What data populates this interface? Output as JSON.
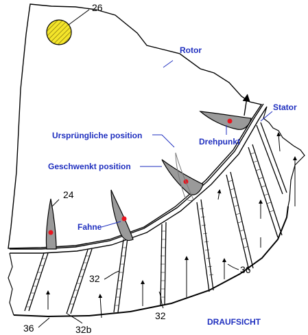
{
  "labels": {
    "part_26": "26",
    "rotor": "Rotor",
    "stator": "Stator",
    "drehpunkt": "Drehpunkt",
    "urspruengliche": "Ursprüngliche position",
    "geschwenkt": "Geschwenkt position",
    "part_24": "24",
    "fahne": "Fahne",
    "part_32a": "32",
    "part_32b": "32",
    "part_36a": "36",
    "part_36b": "36",
    "part_32b_label": "32b",
    "draufsicht": "DRAUFSICHT"
  },
  "colors": {
    "label_blue": "#1f2fbf",
    "pivot_red": "#e8141e",
    "marker_yellow": "#f4e52a",
    "blade_gray": "#9a9a9a"
  }
}
